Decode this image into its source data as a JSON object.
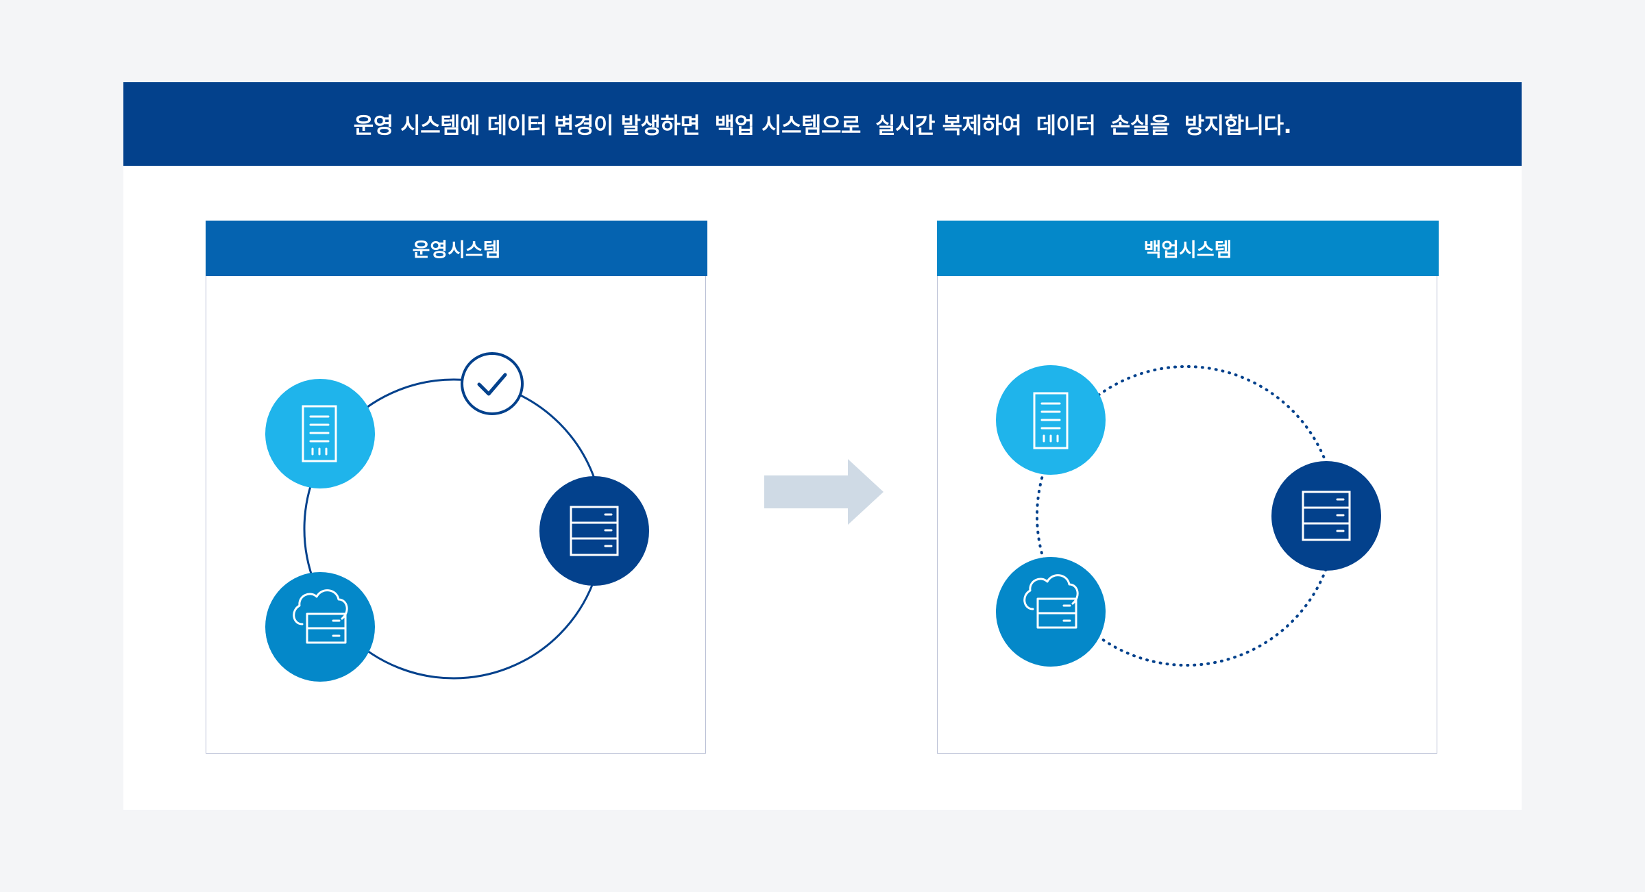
{
  "banner": {
    "text": "운영 시스템에 데이터 변경이 발생하면  백업 시스템으로  실시간 복제하여  데이터  손실을  방지합니다."
  },
  "panels": {
    "operation": {
      "title": "운영시스템"
    },
    "backup": {
      "title": "백업시스템"
    }
  },
  "colors": {
    "banner_bg": "#03418c",
    "operation_header": "#0563b0",
    "backup_header": "#0488c9",
    "node_light": "#1fb4eb",
    "node_mid": "#0488c9",
    "node_dark": "#03418c",
    "arrow": "#cfdae5"
  },
  "icons": {
    "server_tower": "server-tower-icon",
    "storage_rack": "storage-rack-icon",
    "cloud_server": "cloud-server-icon",
    "check": "check-icon",
    "arrow": "right-arrow-icon"
  }
}
